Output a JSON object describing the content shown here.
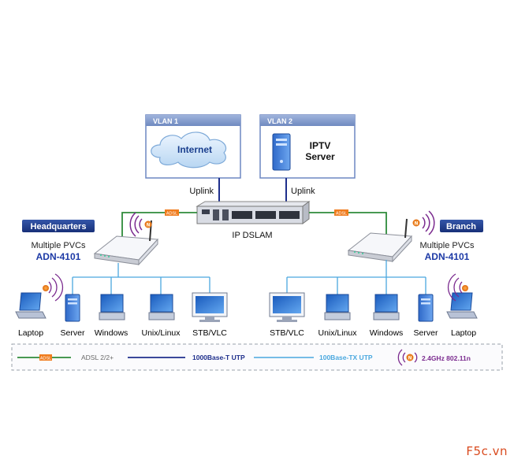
{
  "vlan1": {
    "tag": "VLAN 1",
    "cloud_label": "Internet"
  },
  "vlan2": {
    "tag": "VLAN 2",
    "server_label_line1": "IPTV",
    "server_label_line2": "Server"
  },
  "uplink_left": "Uplink",
  "uplink_right": "Uplink",
  "dslam_label": "IP DSLAM",
  "adsl_tag_left": "ADSL",
  "adsl_tag_right": "ADSL",
  "headquarters": {
    "badge": "Headquarters",
    "pvcs": "Multiple PVCs",
    "model": "ADN-4101",
    "devices": [
      "Laptop",
      "Server",
      "Windows",
      "Unix/Linux",
      "STB/VLC"
    ]
  },
  "branch": {
    "badge": "Branch",
    "pvcs": "Multiple PVCs",
    "model": "ADN-4101",
    "devices": [
      "STB/VLC",
      "Unix/Linux",
      "Windows",
      "Server",
      "Laptop"
    ]
  },
  "legend": {
    "adsl_tag": "ADSL",
    "adsl": "ADSL 2/2+",
    "gbe": "1000Base-T UTP",
    "fe": "100Base-TX UTP",
    "wifi": "2.4GHz 802.11n"
  },
  "watermark": "F5c.vn",
  "colors": {
    "badge": "#1f3f8f",
    "model": "#1d3aa6",
    "adsl_line": "#2e8b3a",
    "gbe_line": "#1e2f8c",
    "fe_line": "#4aa8df",
    "adsl_tag": "#f07c1e",
    "wifi": "#7b2b8f",
    "vlan_header": "#7f98c9"
  }
}
